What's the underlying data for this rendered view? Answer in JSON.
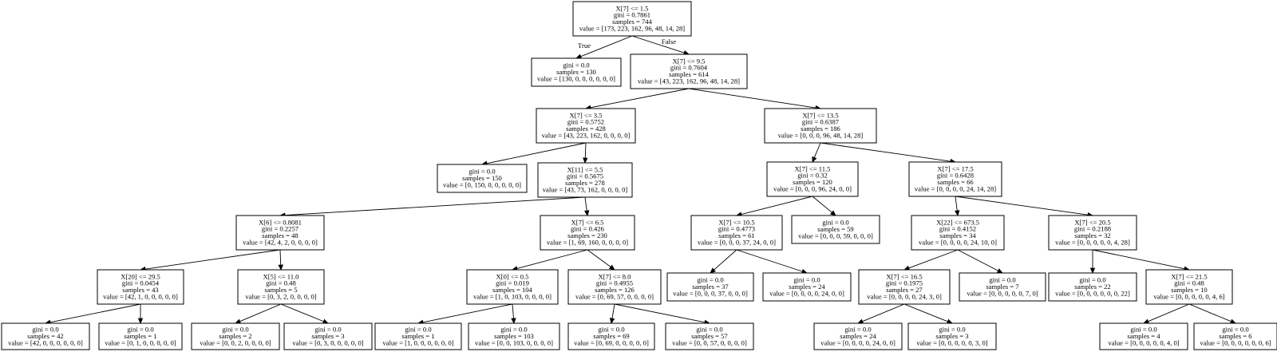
{
  "tree": {
    "root_edge_labels": {
      "true_label": "True",
      "false_label": "False"
    },
    "nodes": [
      {
        "id": "n0",
        "lines": [
          "X[7] <= 1.5",
          "gini = 0.7861",
          "samples = 744",
          "value = [173, 223, 162, 96, 48, 14, 28]"
        ]
      },
      {
        "id": "n1",
        "lines": [
          "gini = 0.0",
          "samples = 130",
          "value = [130, 0, 0, 0, 0, 0, 0]"
        ]
      },
      {
        "id": "n2",
        "lines": [
          "X[7] <= 9.5",
          "gini = 0.7604",
          "samples = 614",
          "value = [43, 223, 162, 96, 48, 14, 28]"
        ]
      },
      {
        "id": "n3",
        "lines": [
          "X[7] <= 3.5",
          "gini = 0.5752",
          "samples = 428",
          "value = [43, 223, 162, 0, 0, 0, 0]"
        ]
      },
      {
        "id": "n4",
        "lines": [
          "X[7] <= 13.5",
          "gini = 0.6387",
          "samples = 186",
          "value = [0, 0, 0, 96, 48, 14, 28]"
        ]
      },
      {
        "id": "n5",
        "lines": [
          "gini = 0.0",
          "samples = 150",
          "value = [0, 150, 0, 0, 0, 0, 0]"
        ]
      },
      {
        "id": "n6",
        "lines": [
          "X[11] <= 5.5",
          "gini = 0.5675",
          "samples = 278",
          "value = [43, 73, 162, 0, 0, 0, 0]"
        ]
      },
      {
        "id": "n7",
        "lines": [
          "X[7] <= 11.5",
          "gini = 0.32",
          "samples = 120",
          "value = [0, 0, 0, 96, 24, 0, 0]"
        ]
      },
      {
        "id": "n8",
        "lines": [
          "X[7] <= 17.5",
          "gini = 0.6428",
          "samples = 66",
          "value = [0, 0, 0, 0, 24, 14, 28]"
        ]
      },
      {
        "id": "n9",
        "lines": [
          "X[6] <= 0.8081",
          "gini = 0.2257",
          "samples = 48",
          "value = [42, 4, 2, 0, 0, 0, 0]"
        ]
      },
      {
        "id": "n10",
        "lines": [
          "X[7] <= 6.5",
          "gini = 0.426",
          "samples = 230",
          "value = [1, 69, 160, 0, 0, 0, 0]"
        ]
      },
      {
        "id": "n11",
        "lines": [
          "X[7] <= 10.5",
          "gini = 0.4773",
          "samples = 61",
          "value = [0, 0, 0, 37, 24, 0, 0]"
        ]
      },
      {
        "id": "n12",
        "lines": [
          "gini = 0.0",
          "samples = 59",
          "value = [0, 0, 0, 59, 0, 0, 0]"
        ]
      },
      {
        "id": "n13",
        "lines": [
          "X[22] <= 673.5",
          "gini = 0.4152",
          "samples = 34",
          "value = [0, 0, 0, 0, 24, 10, 0]"
        ]
      },
      {
        "id": "n14",
        "lines": [
          "X[7] <= 20.5",
          "gini = 0.2188",
          "samples = 32",
          "value = [0, 0, 0, 0, 0, 4, 28]"
        ]
      },
      {
        "id": "n15",
        "lines": [
          "X[20] <= 29.5",
          "gini = 0.0454",
          "samples = 43",
          "value = [42, 1, 0, 0, 0, 0, 0]"
        ]
      },
      {
        "id": "n16",
        "lines": [
          "X[5] <= 11.0",
          "gini = 0.48",
          "samples = 5",
          "value = [0, 3, 2, 0, 0, 0, 0]"
        ]
      },
      {
        "id": "n17",
        "lines": [
          "X[0] <= 0.5",
          "gini = 0.019",
          "samples = 104",
          "value = [1, 0, 103, 0, 0, 0, 0]"
        ]
      },
      {
        "id": "n18",
        "lines": [
          "X[7] <= 8.0",
          "gini = 0.4955",
          "samples = 126",
          "value = [0, 69, 57, 0, 0, 0, 0]"
        ]
      },
      {
        "id": "n19",
        "lines": [
          "gini = 0.0",
          "samples = 37",
          "value = [0, 0, 0, 37, 0, 0, 0]"
        ]
      },
      {
        "id": "n20",
        "lines": [
          "gini = 0.0",
          "samples = 24",
          "value = [0, 0, 0, 0, 24, 0, 0]"
        ]
      },
      {
        "id": "n21",
        "lines": [
          "X[7] <= 16.5",
          "gini = 0.1975",
          "samples = 27",
          "value = [0, 0, 0, 0, 24, 3, 0]"
        ]
      },
      {
        "id": "n22",
        "lines": [
          "gini = 0.0",
          "samples = 7",
          "value = [0, 0, 0, 0, 0, 7, 0]"
        ]
      },
      {
        "id": "n23",
        "lines": [
          "gini = 0.0",
          "samples = 22",
          "value = [0, 0, 0, 0, 0, 0, 22]"
        ]
      },
      {
        "id": "n24",
        "lines": [
          "X[7] <= 21.5",
          "gini = 0.48",
          "samples = 10",
          "value = [0, 0, 0, 0, 0, 4, 6]"
        ]
      },
      {
        "id": "n25",
        "lines": [
          "gini = 0.0",
          "samples = 42",
          "value = [42, 0, 0, 0, 0, 0, 0]"
        ]
      },
      {
        "id": "n26",
        "lines": [
          "gini = 0.0",
          "samples = 1",
          "value = [0, 1, 0, 0, 0, 0, 0]"
        ]
      },
      {
        "id": "n27",
        "lines": [
          "gini = 0.0",
          "samples = 2",
          "value = [0, 0, 2, 0, 0, 0, 0]"
        ]
      },
      {
        "id": "n28",
        "lines": [
          "gini = 0.0",
          "samples = 3",
          "value = [0, 3, 0, 0, 0, 0, 0]"
        ]
      },
      {
        "id": "n29",
        "lines": [
          "gini = 0.0",
          "samples = 1",
          "value = [1, 0, 0, 0, 0, 0, 0]"
        ]
      },
      {
        "id": "n30",
        "lines": [
          "gini = 0.0",
          "samples = 103",
          "value = [0, 0, 103, 0, 0, 0, 0]"
        ]
      },
      {
        "id": "n31",
        "lines": [
          "gini = 0.0",
          "samples = 69",
          "value = [0, 69, 0, 0, 0, 0, 0]"
        ]
      },
      {
        "id": "n32",
        "lines": [
          "gini = 0.0",
          "samples = 57",
          "value = [0, 0, 57, 0, 0, 0, 0]"
        ]
      },
      {
        "id": "n33",
        "lines": [
          "gini = 0.0",
          "samples = 24",
          "value = [0, 0, 0, 0, 24, 0, 0]"
        ]
      },
      {
        "id": "n34",
        "lines": [
          "gini = 0.0",
          "samples = 3",
          "value = [0, 0, 0, 0, 0, 3, 0]"
        ]
      },
      {
        "id": "n35",
        "lines": [
          "gini = 0.0",
          "samples = 4",
          "value = [0, 0, 0, 0, 0, 4, 0]"
        ]
      },
      {
        "id": "n36",
        "lines": [
          "gini = 0.0",
          "samples = 6",
          "value = [0, 0, 0, 0, 0, 0, 6]"
        ]
      }
    ],
    "edges": [
      [
        "n0",
        "n1"
      ],
      [
        "n0",
        "n2"
      ],
      [
        "n2",
        "n3"
      ],
      [
        "n2",
        "n4"
      ],
      [
        "n3",
        "n5"
      ],
      [
        "n3",
        "n6"
      ],
      [
        "n4",
        "n7"
      ],
      [
        "n4",
        "n8"
      ],
      [
        "n6",
        "n9"
      ],
      [
        "n6",
        "n10"
      ],
      [
        "n7",
        "n11"
      ],
      [
        "n7",
        "n12"
      ],
      [
        "n8",
        "n13"
      ],
      [
        "n8",
        "n14"
      ],
      [
        "n9",
        "n15"
      ],
      [
        "n9",
        "n16"
      ],
      [
        "n10",
        "n17"
      ],
      [
        "n10",
        "n18"
      ],
      [
        "n11",
        "n19"
      ],
      [
        "n11",
        "n20"
      ],
      [
        "n13",
        "n21"
      ],
      [
        "n13",
        "n22"
      ],
      [
        "n14",
        "n23"
      ],
      [
        "n14",
        "n24"
      ],
      [
        "n15",
        "n25"
      ],
      [
        "n15",
        "n26"
      ],
      [
        "n16",
        "n27"
      ],
      [
        "n16",
        "n28"
      ],
      [
        "n17",
        "n29"
      ],
      [
        "n17",
        "n30"
      ],
      [
        "n18",
        "n31"
      ],
      [
        "n18",
        "n32"
      ],
      [
        "n21",
        "n33"
      ],
      [
        "n21",
        "n34"
      ],
      [
        "n24",
        "n35"
      ],
      [
        "n24",
        "n36"
      ]
    ]
  }
}
